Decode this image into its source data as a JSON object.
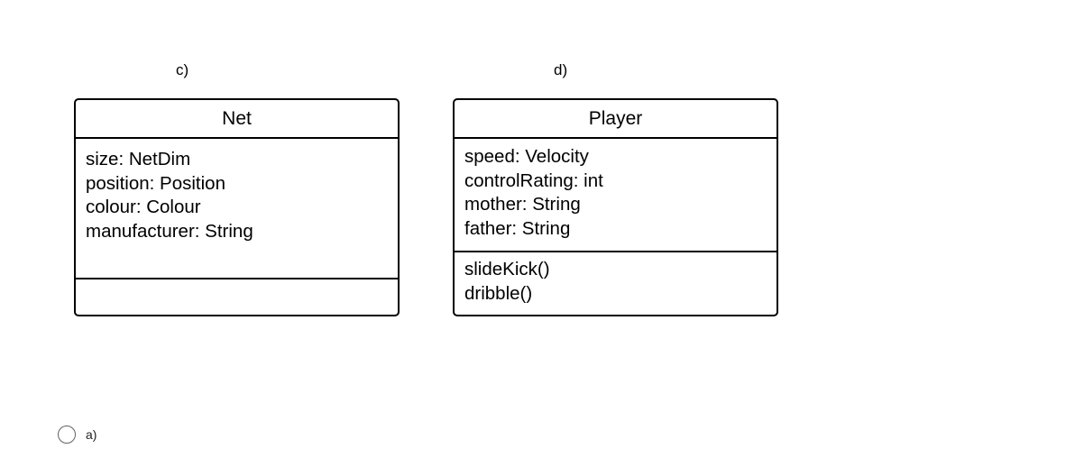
{
  "diagrams": [
    {
      "label": "c)",
      "class_name": "Net",
      "attributes": [
        "size: NetDim",
        "position: Position",
        "colour: Colour",
        "manufacturer: String"
      ],
      "methods": []
    },
    {
      "label": "d)",
      "class_name": "Player",
      "attributes": [
        "speed: Velocity",
        "controlRating: int",
        "mother: String",
        "father: String"
      ],
      "methods": [
        "slideKick()",
        "dribble()"
      ]
    }
  ],
  "answer_options": [
    {
      "label": "a)",
      "selected": false
    }
  ]
}
